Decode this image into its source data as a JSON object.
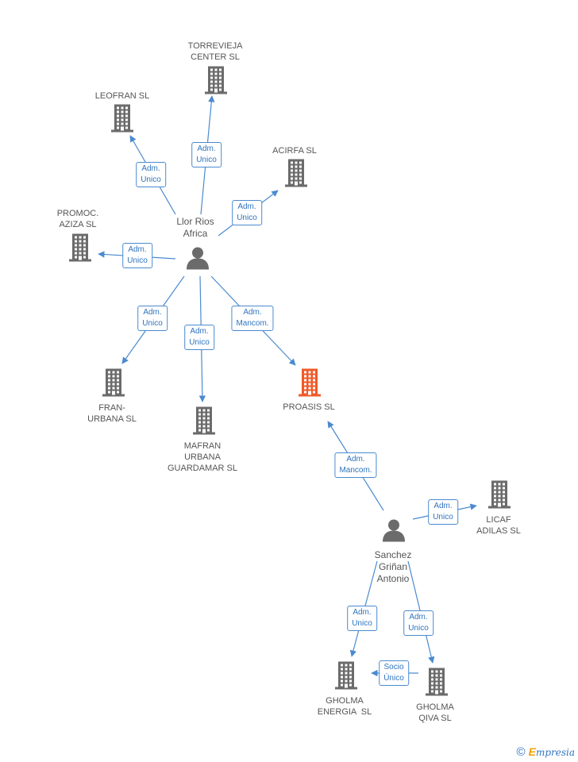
{
  "nodes": [
    {
      "id": "torrevieja",
      "type": "company",
      "label": "TORREVIEJA\nCENTER SL"
    },
    {
      "id": "leofran",
      "type": "company",
      "label": "LEOFRAN SL"
    },
    {
      "id": "acirfa",
      "type": "company",
      "label": "ACIRFA SL"
    },
    {
      "id": "promoc",
      "type": "company",
      "label": "PROMOC.\nAZIZA SL"
    },
    {
      "id": "llor",
      "type": "person",
      "label": "Llor Rios\nAfrica"
    },
    {
      "id": "franurbana",
      "type": "company",
      "label": "FRAN-\nURBANA SL"
    },
    {
      "id": "mafran",
      "type": "company",
      "label": "MAFRAN\nURBANA\nGUARDAMAR SL"
    },
    {
      "id": "proasis",
      "type": "company",
      "label": "PROASIS SL",
      "highlight": true
    },
    {
      "id": "licaf",
      "type": "company",
      "label": "LICAF\nADILAS SL"
    },
    {
      "id": "sanchez",
      "type": "person",
      "label": "Sanchez\nGriñan\nAntonio"
    },
    {
      "id": "gholmaenergia",
      "type": "company",
      "label": "GHOLMA\nENERGIA  SL"
    },
    {
      "id": "gholmaqiva",
      "type": "company",
      "label": "GHOLMA\nQIVA SL"
    }
  ],
  "edges": [
    {
      "from": "llor",
      "to": "torrevieja",
      "label": "Adm.\nUnico"
    },
    {
      "from": "llor",
      "to": "leofran",
      "label": "Adm.\nUnico"
    },
    {
      "from": "llor",
      "to": "acirfa",
      "label": "Adm.\nUnico"
    },
    {
      "from": "llor",
      "to": "promoc",
      "label": "Adm.\nUnico"
    },
    {
      "from": "llor",
      "to": "franurbana",
      "label": "Adm.\nUnico"
    },
    {
      "from": "llor",
      "to": "mafran",
      "label": "Adm.\nUnico"
    },
    {
      "from": "llor",
      "to": "proasis",
      "label": "Adm.\nMancom."
    },
    {
      "from": "sanchez",
      "to": "proasis",
      "label": "Adm.\nMancom."
    },
    {
      "from": "sanchez",
      "to": "licaf",
      "label": "Adm.\nUnico"
    },
    {
      "from": "sanchez",
      "to": "gholmaenergia",
      "label": "Adm.\nUnico"
    },
    {
      "from": "sanchez",
      "to": "gholmaqiva",
      "label": "Adm.\nUnico"
    },
    {
      "from": "gholmaqiva",
      "to": "gholmaenergia",
      "label": "Socio\nÚnico"
    }
  ],
  "colors": {
    "company": "#6b6b6b",
    "highlight": "#f05a28",
    "person": "#6b6b6b",
    "edge": "#4a8ad0"
  },
  "icons": {
    "company": "building-icon",
    "person": "person-icon"
  },
  "brand": {
    "copyright": "©",
    "initial": "E",
    "name": "mpresia"
  }
}
